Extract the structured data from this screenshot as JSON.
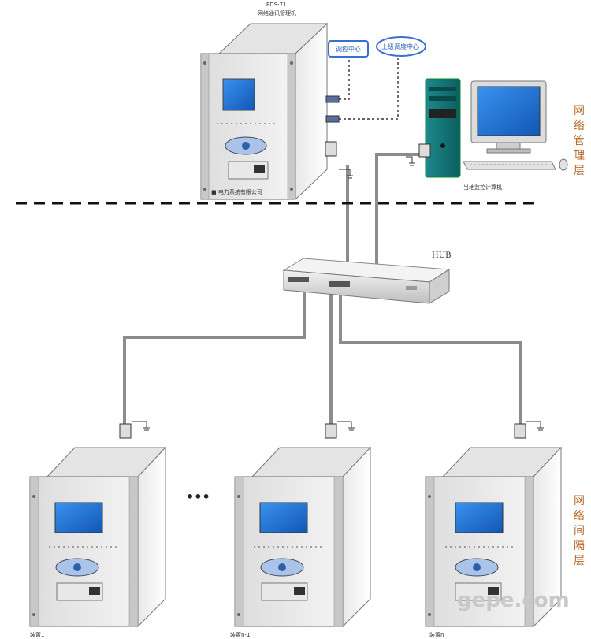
{
  "manager": {
    "model_label": "PDS-71",
    "caption": "网络通讯管理机"
  },
  "bubbles": {
    "left": "调控中心",
    "right": "上级调度中心"
  },
  "computer": {
    "caption": "当地监控计算机"
  },
  "hub": {
    "label": "HUB"
  },
  "layers": {
    "management": [
      "网",
      "络",
      "管",
      "理",
      "层"
    ],
    "bay": [
      "网",
      "络",
      "间",
      "隔",
      "层"
    ]
  },
  "devices": {
    "ellipsis": "•••",
    "items": [
      {
        "caption": "装置1"
      },
      {
        "caption": "装置n-1"
      },
      {
        "caption": "装置n"
      }
    ]
  },
  "watermark": "gepe.com",
  "colors": {
    "cable": "#8c8c8c",
    "screen": "#1e72d8",
    "bubble_border": "#3a6fd0",
    "layer_text": "#b86a2a"
  }
}
